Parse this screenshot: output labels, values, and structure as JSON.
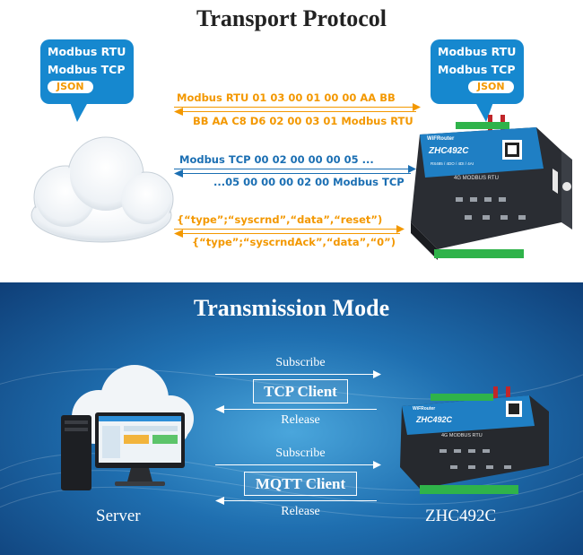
{
  "transport": {
    "title": "Transport Protocol",
    "left_bubble": {
      "line1": "Modbus RTU",
      "line2": "Modbus TCP",
      "json": "JSON"
    },
    "right_bubble": {
      "line1": "Modbus RTU",
      "line2": "Modbus TCP",
      "json": "JSON"
    },
    "messages": [
      "Modbus RTU 01 03 00 01 00 00 AA BB",
      "BB AA C8  D6 02 00 03 01 Modbus RTU",
      "Modbus TCP 00 02 00 00 00 05 ...",
      "...05 00 00 00 02 00 Modbus TCP",
      "{“type”;“syscrnd”,“data”,“reset”)",
      "{“type”;“syscrndAck”,“data”,“0”)"
    ],
    "device": {
      "brand": "WiFRouter",
      "model": "ZHC492C",
      "ports": "RS485 / 4DO / 4DI / 4AI",
      "label": "4G MODBUS RTU"
    }
  },
  "transmission": {
    "title": "Transmission Mode",
    "subscribe1": "Subscribe",
    "client1": "TCP Client",
    "release1": "Release",
    "subscribe2": "Subscribe",
    "client2": "MQTT Client",
    "release2": "Release",
    "server_label": "Server",
    "device_label": "ZHC492C",
    "device": {
      "brand": "WiFRouter",
      "model": "ZHC492C",
      "label": "4G MODBUS RTU"
    }
  },
  "colors": {
    "accent_blue": "#1688cf",
    "orange": "#f39800",
    "text_blue": "#1b6fb3"
  }
}
